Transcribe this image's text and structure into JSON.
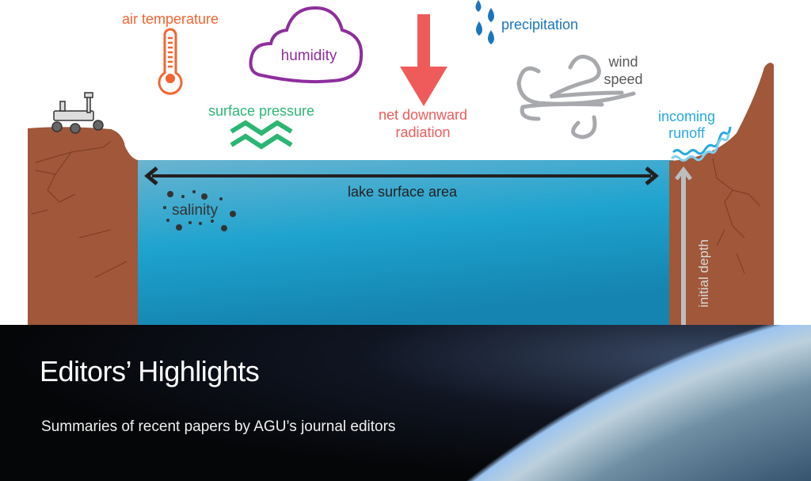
{
  "diagram": {
    "labels": {
      "air_temperature": "air temperature",
      "humidity": "humidity",
      "surface_pressure": "surface pressure",
      "net_downward_line1": "net downward",
      "net_downward_line2": "radiation",
      "precipitation": "precipitation",
      "wind_line1": "wind",
      "wind_line2": "speed",
      "runoff_line1": "incoming",
      "runoff_line2": "runoff",
      "lake_surface_area": "lake surface area",
      "salinity": "salinity",
      "initial_depth": "initial depth"
    },
    "colors": {
      "air_temperature": "#f26531",
      "humidity": "#8e2e9e",
      "surface_pressure": "#2bb673",
      "radiation": "#ef5b5b",
      "precipitation": "#1b75bb",
      "wind": "#58595b",
      "runoff": "#27aae1",
      "ground": "#a0573a",
      "water": "#1ba0cc"
    }
  },
  "banner": {
    "title": "Editors’ Highlights",
    "subtitle": "Summaries of recent papers by AGU’s journal editors"
  }
}
